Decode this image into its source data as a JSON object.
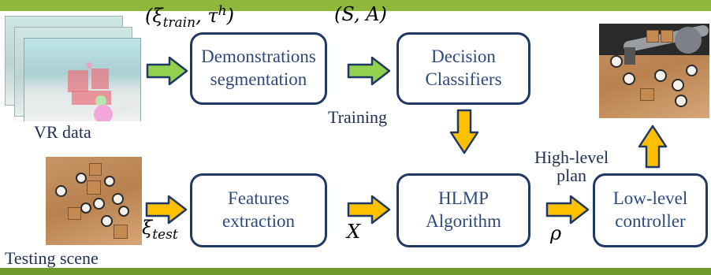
{
  "boxes": {
    "demo_line1": "Demonstrations",
    "demo_line2": "segmentation",
    "dec_line1": "Decision",
    "dec_line2": "Classifiers",
    "feat_line1": "Features",
    "feat_line2": "extraction",
    "hlmp_line1": "HLMP",
    "hlmp_line2": "Algorithm",
    "low_line1": "Low-level",
    "low_line2": "controller"
  },
  "labels": {
    "vr_data": "VR data",
    "testing_scene": "Testing scene",
    "training": "Training",
    "high_level_line1": "High-level",
    "high_level_line2": "plan"
  },
  "math": {
    "xi": "ξ",
    "train": "train",
    "tau": "τ",
    "h": "h",
    "sa": "(S, A)",
    "test": "test",
    "x": "X",
    "rho": "ρ"
  },
  "colors": {
    "box_border": "#1f3864",
    "green_arrow": "#92d050",
    "yellow_arrow": "#ffc000",
    "arrow_outline": "#1f3864",
    "header_bar": "#8fb83a"
  }
}
